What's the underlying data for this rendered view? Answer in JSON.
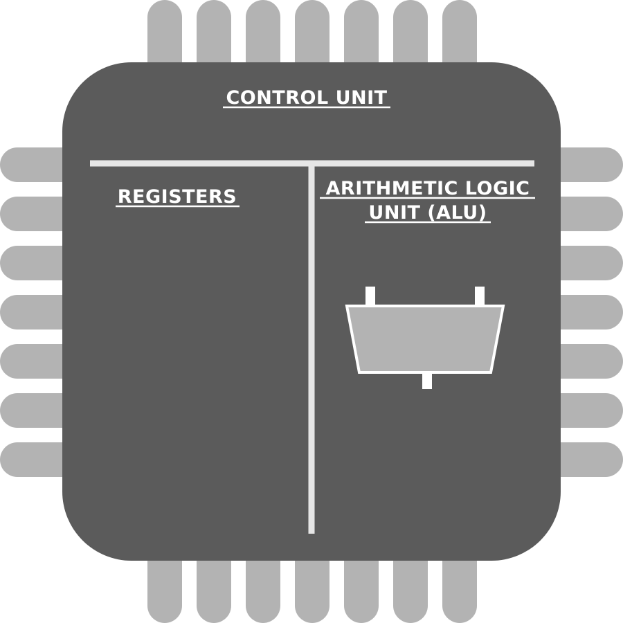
{
  "labels": {
    "control_unit": "CONTROL UNIT",
    "registers": "REGISTERS",
    "alu_line1": "ARITHMETIC LOGIC",
    "alu_line2": "UNIT (ALU)"
  },
  "colors": {
    "chip_body": "#5b5b5b",
    "pins": "#b3b3b3",
    "divider": "#e6e6e6",
    "text": "#ffffff",
    "alu_fill": "#b3b3b3",
    "alu_stroke": "#ffffff"
  },
  "pins": {
    "top_count": 7,
    "bottom_count": 7,
    "left_count": 7,
    "right_count": 7
  },
  "icons": {
    "alu_symbol": "alu-trapezoid-icon"
  }
}
